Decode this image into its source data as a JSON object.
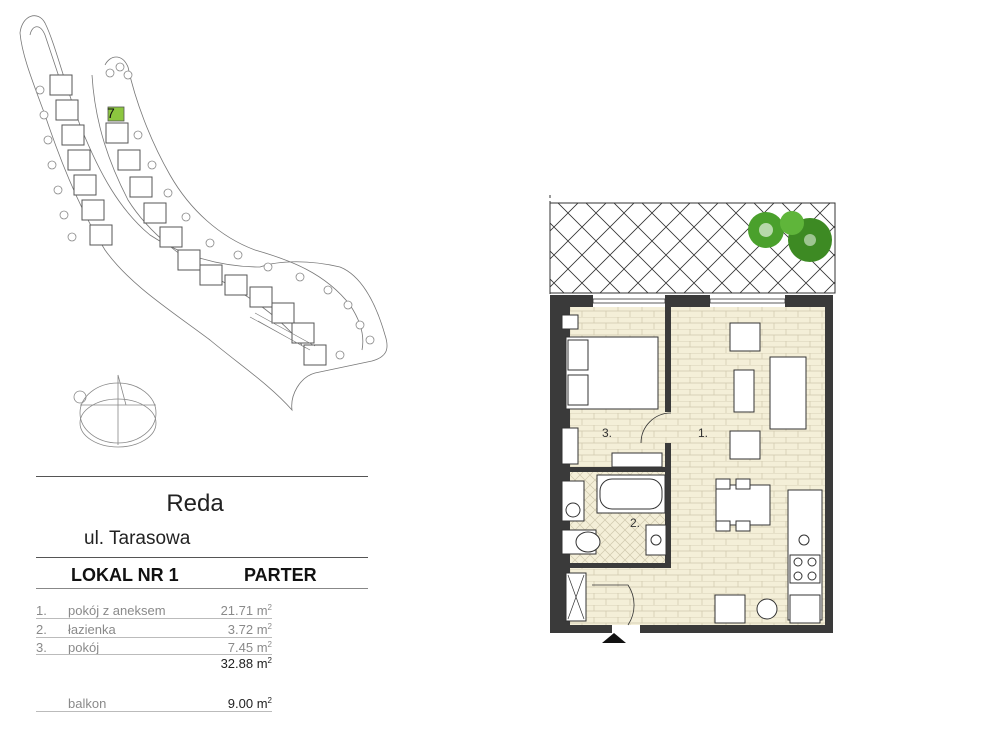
{
  "site_plan": {
    "unit_marker": "7"
  },
  "location": {
    "city": "Reda",
    "street": "ul. Tarasowa"
  },
  "unit": {
    "title": "LOKAL NR 1",
    "floor": "PARTER"
  },
  "rooms": [
    {
      "num": "1.",
      "name": "pokój z aneksem",
      "area": "21.71 m"
    },
    {
      "num": "2.",
      "name": "łazienka",
      "area": "3.72 m"
    },
    {
      "num": "3.",
      "name": "pokój",
      "area": "7.45 m"
    }
  ],
  "total_area": "32.88 m",
  "balcony": {
    "name": "balkon",
    "area": "9.00 m"
  },
  "area_unit_exponent": "2",
  "plan_labels": {
    "room1": "1.",
    "room2": "2.",
    "room3": "3."
  },
  "colors": {
    "marker_green": "#8cc63f",
    "tree_green": "#4aa02c",
    "floor_tile": "#f4efd8",
    "wall": "#3a3a3a"
  }
}
